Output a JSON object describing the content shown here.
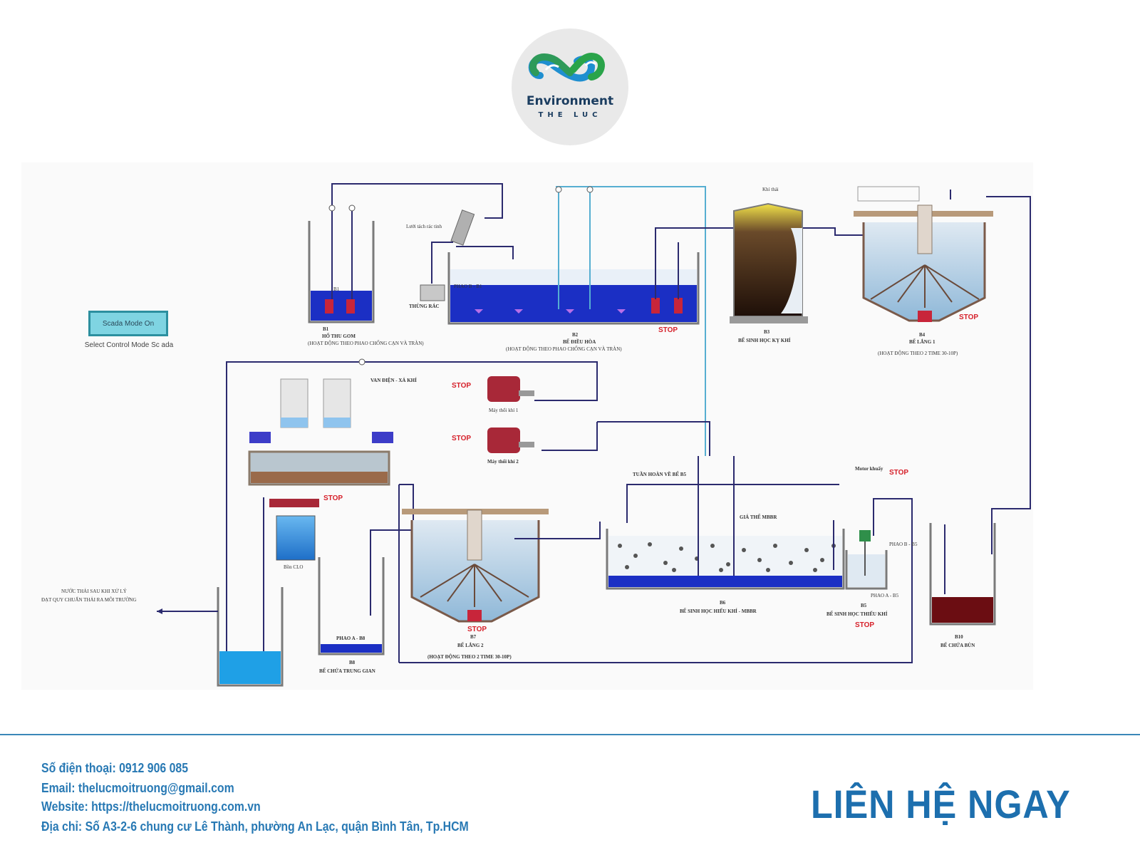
{
  "logo": {
    "line1": "Environment",
    "line2": "THE LUC"
  },
  "scada": {
    "button": "Scada Mode On",
    "caption": "Select Control Mode Sc ada"
  },
  "stop_label": "STOP",
  "labels": {
    "b1_tag": "B1",
    "b1_name": "HỐ THU GOM",
    "b1_mode": "(HOẠT ĐỘNG THEO PHAO CHỐNG CẠN VÀ TRÀN)",
    "phao_b_b1": "PHAO B - B1",
    "b2_tag": "B2",
    "b2_name": "BỂ ĐIỀU HÒA",
    "b2_mode": "(HOẠT ĐỘNG THEO PHAO CHỐNG CẠN VÀ TRÀN)",
    "phao_b_b2_top": "PHAO B - B1",
    "luoi": "Lưới tách rác tinh",
    "thung_rac": "THÙNG RÁC",
    "b3_tag": "B3",
    "b3_name": "BỂ SINH HỌC KỴ KHÍ",
    "khi_thai": "Khí thải",
    "b4_tag": "B4",
    "b4_name": "BỂ LẮNG 1",
    "b4_mode": "(HOẠT ĐỘNG THEO 2 TIME 30-10P)",
    "van_dien": "VAN ĐIỆN - XẢ KHÍ",
    "may_thoi_1": "Máy thổi khí 1",
    "may_thoi_2": "Máy thổi khí 2",
    "bon_clo": "Bồn CLO",
    "nuoc_thai_1": "NƯỚC THẢI SAU KHI XỬ LÝ",
    "nuoc_thai_2": "ĐẠT QUY CHUẨN THẢI RA MÔI TRƯỜNG",
    "phao_a_b8": "PHAO A - B8",
    "b8_tag": "B8",
    "b8_name": "BỂ CHỨA TRUNG GIAN",
    "b7_tag": "B7",
    "b7_name": "BỂ LẮNG 2",
    "b7_mode": "(HOẠT ĐỘNG THEO 2 TIME 30-10P)",
    "tuan_hoan": "TUẦN HOÀN VỀ BỂ B5",
    "gia_the": "GIÁ THỂ MBBR",
    "b6_tag": "B6",
    "b6_name": "BỂ SINH HỌC HIẾU KHÍ - MBBR",
    "motor": "Motor khuấy",
    "phao_b_b5": "PHAO B - B5",
    "phao_a_b5": "PHAO A - B5",
    "b5_tag": "B5",
    "b5_name": "BỂ SINH HỌC THIẾU KHÍ",
    "b10_tag": "B10",
    "b10_name": "BỂ CHỨA BÙN"
  },
  "contact": {
    "phone": "Số điện thoại: 0912 906 085",
    "email": "Email: thelucmoitruong@gmail.com",
    "website": "Website: https://thelucmoitruong.com.vn",
    "address": "Địa chỉ: Số A3-2-6 chung cư Lê Thành, phường An Lạc, quận Bình Tân, Tp.HCM"
  },
  "cta": "LIÊN HỆ NGAY",
  "colors": {
    "pipe": "#2b2a6e",
    "pipe_light": "#56aed1",
    "water": "#1b2fc4",
    "tank_wall": "#7a7a7a",
    "stop": "#d6202a",
    "brand": "#1d6fae",
    "sludge": "#6b0d12"
  }
}
